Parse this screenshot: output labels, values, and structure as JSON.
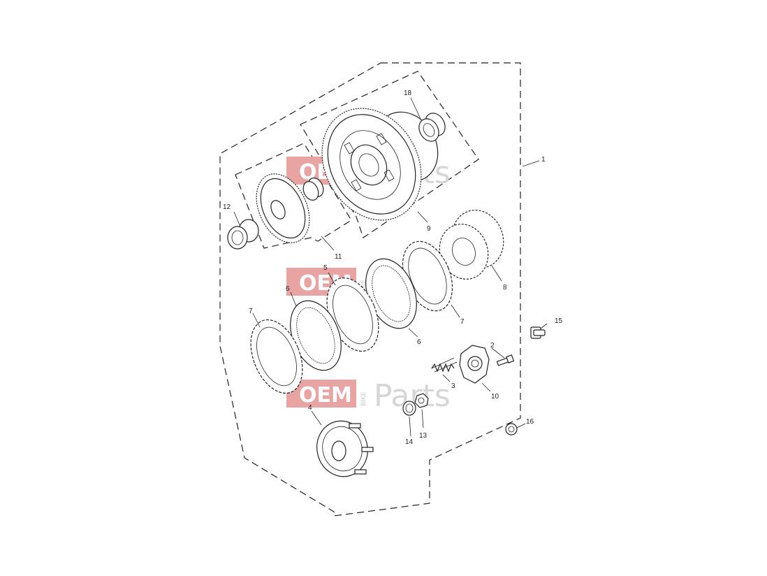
{
  "watermark": {
    "oem": "OEM",
    "bike": "BIKE",
    "parts": "Parts",
    "color": "#e8a3a3"
  },
  "callouts": {
    "c1": "1",
    "c2": "2",
    "c3": "3",
    "c4": "4",
    "c5": "5",
    "c6a": "6",
    "c6b": "6",
    "c7a": "7",
    "c7b": "7",
    "c8": "8",
    "c9": "9",
    "c10": "10",
    "c11": "11",
    "c12": "12",
    "c13": "13",
    "c14": "14",
    "c15": "15",
    "c16": "16",
    "c18": "18"
  }
}
